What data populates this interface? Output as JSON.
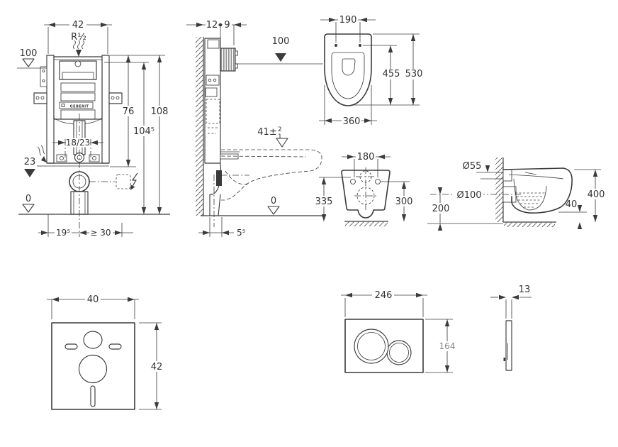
{
  "document": {
    "type": "installation-dimension-drawing",
    "unit_system": "cm-mm"
  },
  "colors": {
    "line": "#3b3b3b",
    "text": "#333333",
    "muted_text": "#858585",
    "hatch": "#6a6a6a",
    "stripe": "#8f8f8f",
    "background": "#ffffff"
  },
  "drawings": {
    "frame_front": {
      "width": "42",
      "thread": "R½",
      "supply_level": "100",
      "height_76": "76",
      "height_108": "108",
      "height_104": "104⁵",
      "bolt_spacing": "18/23",
      "outlet_level": "23",
      "floor_level": "0",
      "outlet_distance": "19⁵",
      "side_distance": "≥ 30",
      "brand": "GEBERIT"
    },
    "frame_side": {
      "wall_offset": "12",
      "box_depth": "9",
      "supply_level": "100",
      "seat_height": "41±",
      "tol_plus": "2",
      "tol_minus": "1",
      "floor_level": "0",
      "outlet_offset": "5⁵"
    },
    "bowl_top": {
      "hole_spacing": "190",
      "depth_455": "455",
      "depth_530": "530",
      "width": "360"
    },
    "bowl_rear": {
      "hole_spacing": "180",
      "height_335": "335",
      "height_300": "300"
    },
    "bowl_side": {
      "flush_dia": "Ø55",
      "outlet_dia": "Ø100",
      "outlet_height": "200",
      "total_height": "400",
      "rim_detail": "40"
    },
    "mat": {
      "width": "40",
      "height": "42"
    },
    "plate_front": {
      "width": "246",
      "height": "164"
    },
    "plate_side": {
      "thickness": "13"
    }
  }
}
